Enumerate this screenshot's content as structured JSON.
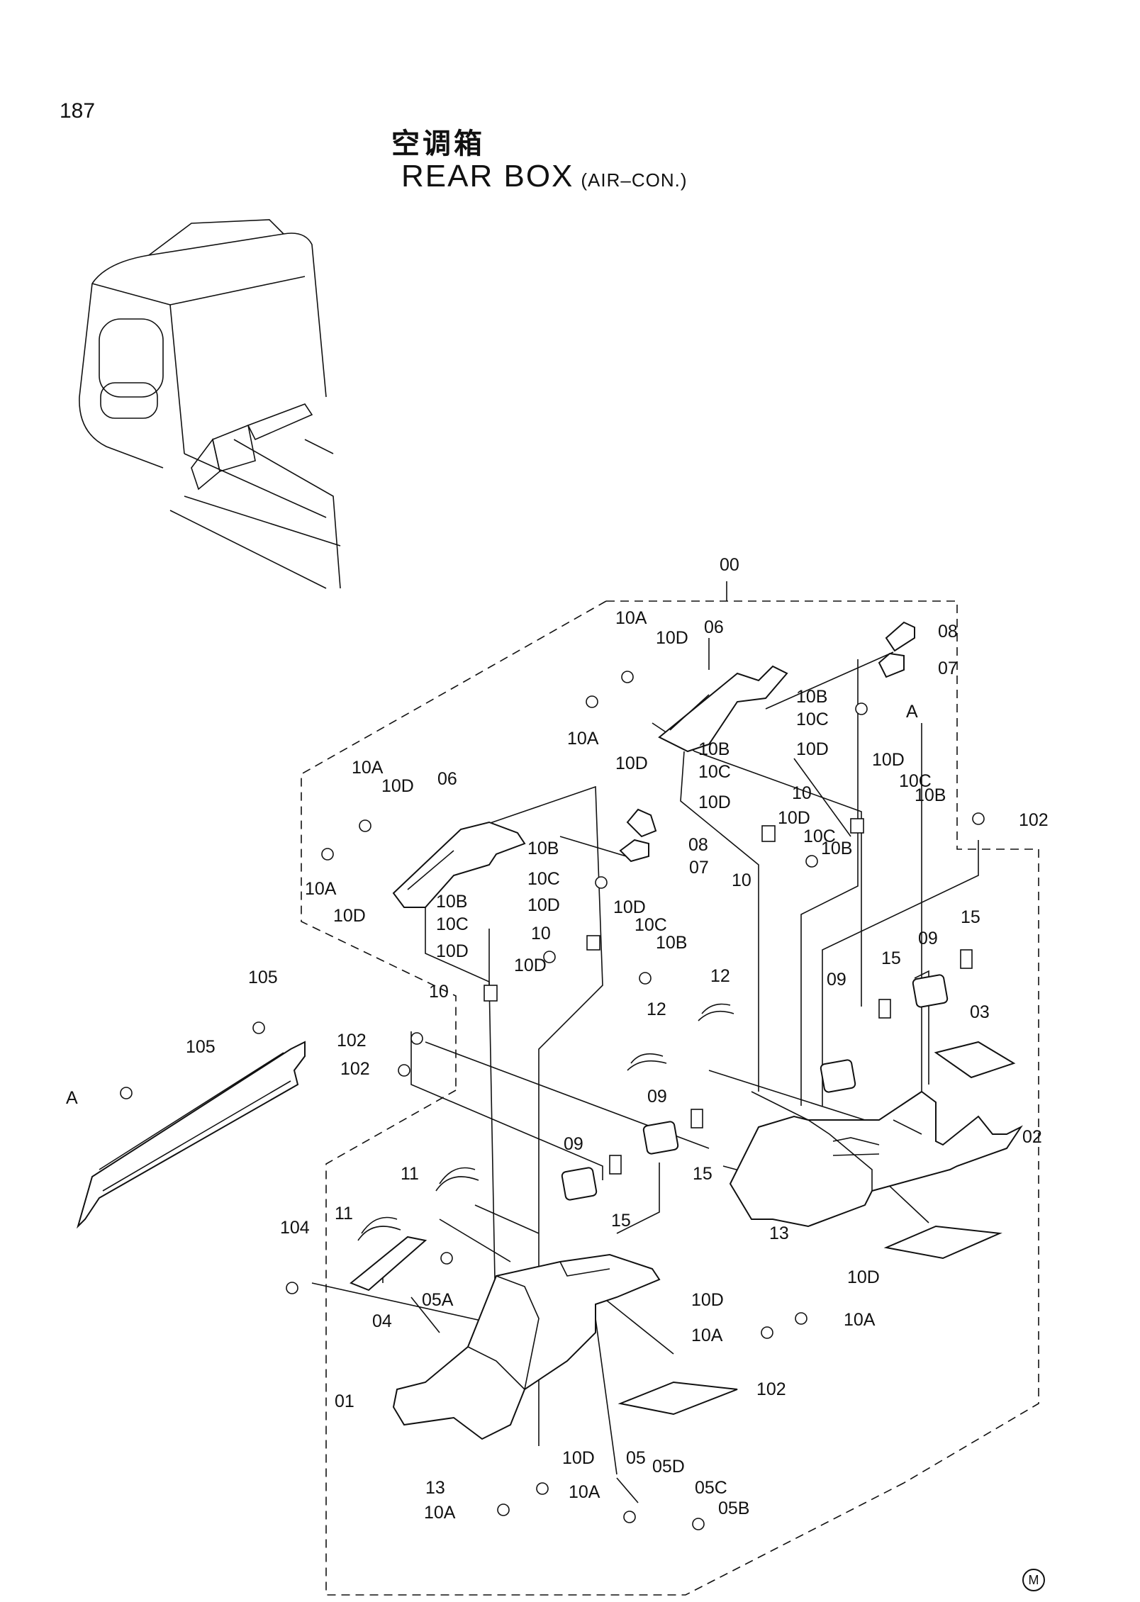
{
  "page": {
    "number": "187",
    "title_cn": "空调箱",
    "title_en": "REAR BOX",
    "title_en_sub": "(AIR–CON.)",
    "corner_mark": "M"
  },
  "callouts": [
    "00",
    "06",
    "06",
    "07",
    "07",
    "08",
    "08",
    "09",
    "09",
    "09",
    "09",
    "15",
    "15",
    "15",
    "15",
    "12",
    "12",
    "11",
    "11",
    "03",
    "02",
    "01",
    "04",
    "05",
    "05A",
    "05B",
    "05C",
    "05D",
    "10",
    "10",
    "10",
    "10",
    "10A",
    "10A",
    "10A",
    "10A",
    "10A",
    "10A",
    "10A",
    "10A",
    "10B",
    "10B",
    "10B",
    "10B",
    "10B",
    "10B",
    "10B",
    "10C",
    "10C",
    "10C",
    "10C",
    "10C",
    "10C",
    "10C",
    "10D",
    "10D",
    "10D",
    "10D",
    "10D",
    "10D",
    "10D",
    "10D",
    "10D",
    "10D",
    "10D",
    "10D",
    "10D",
    "10D",
    "10D",
    "13",
    "13",
    "102",
    "102",
    "102",
    "102",
    "104",
    "105",
    "105",
    "A",
    "A"
  ]
}
